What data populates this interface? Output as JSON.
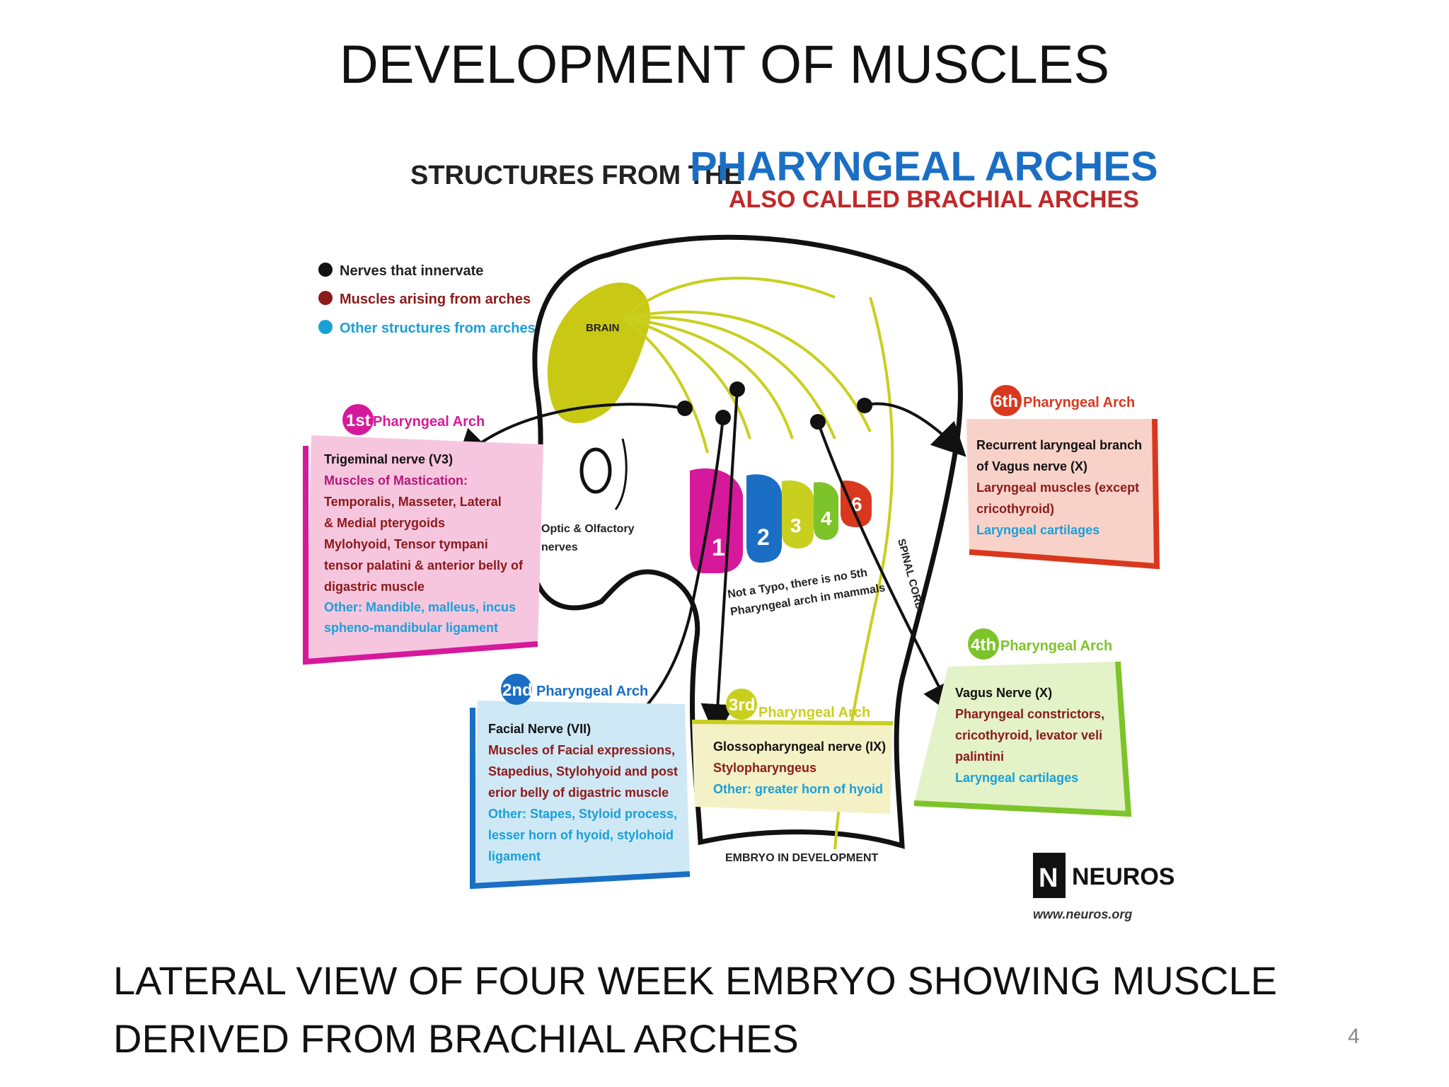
{
  "slide": {
    "title": "DEVELOPMENT OF MUSCLES",
    "caption_line1": "LATERAL VIEW OF FOUR WEEK EMBRYO SHOWING MUSCLE",
    "caption_line2": "DERIVED FROM BRACHIAL ARCHES",
    "page_number": "4"
  },
  "figure": {
    "heading_prefix": "STRUCTURES FROM THE",
    "heading_main": "PHARYNGEAL ARCHES",
    "heading_sub": "ALSO CALLED BRACHIAL ARCHES",
    "legend": [
      {
        "label": "Nerves that innervate",
        "color": "#111111"
      },
      {
        "label": "Muscles arising from arches",
        "color": "#8b1a1a"
      },
      {
        "label": "Other structures from arches",
        "color": "#1aa0d8"
      }
    ],
    "brain_label": "BRAIN",
    "optic_label_1": "Optic & Olfactory",
    "optic_label_2": "nerves",
    "note_1": "Not a Typo, there is no 5th",
    "note_2": "Pharyngeal arch in mammals",
    "spinal_label": "SPINAL CORD",
    "embryo_label": "EMBRYO IN DEVELOPMENT",
    "arch_numbers": [
      "1",
      "2",
      "3",
      "4",
      "6"
    ],
    "colors": {
      "arch1": "#d6199b",
      "arch2": "#1a6fc4",
      "arch3": "#c9cf1f",
      "arch4": "#7cc42a",
      "arch6": "#d9381e",
      "brain": "#c9c814",
      "heading_blue": "#1a6fc4",
      "heading_red": "#c0282a",
      "muscle_red": "#8b1a1a",
      "other_blue": "#1aa0d8"
    },
    "arch1": {
      "badge": "1st",
      "title": "Pharyngeal Arch",
      "lines": [
        {
          "text": "Trigeminal nerve (V3)",
          "kind": "nerve"
        },
        {
          "text": "Muscles of Mastication:",
          "kind": "muscle"
        },
        {
          "text": "Temporalis, Masseter, Lateral",
          "kind": "nerve"
        },
        {
          "text": "& Medial pterygoids",
          "kind": "nerve"
        },
        {
          "text": "Mylohyoid, Tensor tympani",
          "kind": "nerve"
        },
        {
          "text": "tensor palatini & anterior belly of",
          "kind": "nerve"
        },
        {
          "text": "digastric muscle",
          "kind": "nerve"
        },
        {
          "text": "Other: Mandible, malleus, incus",
          "kind": "other"
        },
        {
          "text": "spheno-mandibular ligament",
          "kind": "other"
        }
      ]
    },
    "arch2": {
      "badge": "2nd",
      "title": "Pharyngeal Arch",
      "lines": [
        {
          "text": "Facial Nerve (VII)",
          "kind": "nerve"
        },
        {
          "text": "Muscles of Facial expressions,",
          "kind": "muscle"
        },
        {
          "text": "Stapedius, Stylohyoid and post",
          "kind": "muscle"
        },
        {
          "text": "erior belly of digastric muscle",
          "kind": "muscle"
        },
        {
          "text": "Other: Stapes, Styloid process,",
          "kind": "other"
        },
        {
          "text": "lesser horn of hyoid, stylohoid",
          "kind": "other"
        },
        {
          "text": "ligament",
          "kind": "other"
        }
      ]
    },
    "arch3": {
      "badge": "3rd",
      "title": "Pharyngeal Arch",
      "lines": [
        {
          "text": "Glossopharyngeal nerve (IX)",
          "kind": "nerve"
        },
        {
          "text": "Stylopharyngeus",
          "kind": "muscle"
        },
        {
          "text": "Other: greater horn of hyoid",
          "kind": "other"
        }
      ]
    },
    "arch4": {
      "badge": "4th",
      "title": "Pharyngeal Arch",
      "lines": [
        {
          "text": "Vagus Nerve (X)",
          "kind": "nerve"
        },
        {
          "text": "Pharyngeal constrictors,",
          "kind": "muscle"
        },
        {
          "text": "cricothyroid, levator veli",
          "kind": "muscle"
        },
        {
          "text": "palintini",
          "kind": "muscle"
        },
        {
          "text": "Laryngeal cartilages",
          "kind": "other"
        }
      ]
    },
    "arch6": {
      "badge": "6th",
      "title": "Pharyngeal Arch",
      "lines": [
        {
          "text": "Recurrent laryngeal branch",
          "kind": "nerve"
        },
        {
          "text": "of Vagus nerve (X)",
          "kind": "nerve"
        },
        {
          "text": "Laryngeal muscles (except",
          "kind": "muscle"
        },
        {
          "text": "cricothyroid)",
          "kind": "muscle"
        },
        {
          "text": "Laryngeal cartilages",
          "kind": "other"
        }
      ]
    },
    "logo_text": "NEUROS",
    "logo_url": "www.neuros.org"
  }
}
